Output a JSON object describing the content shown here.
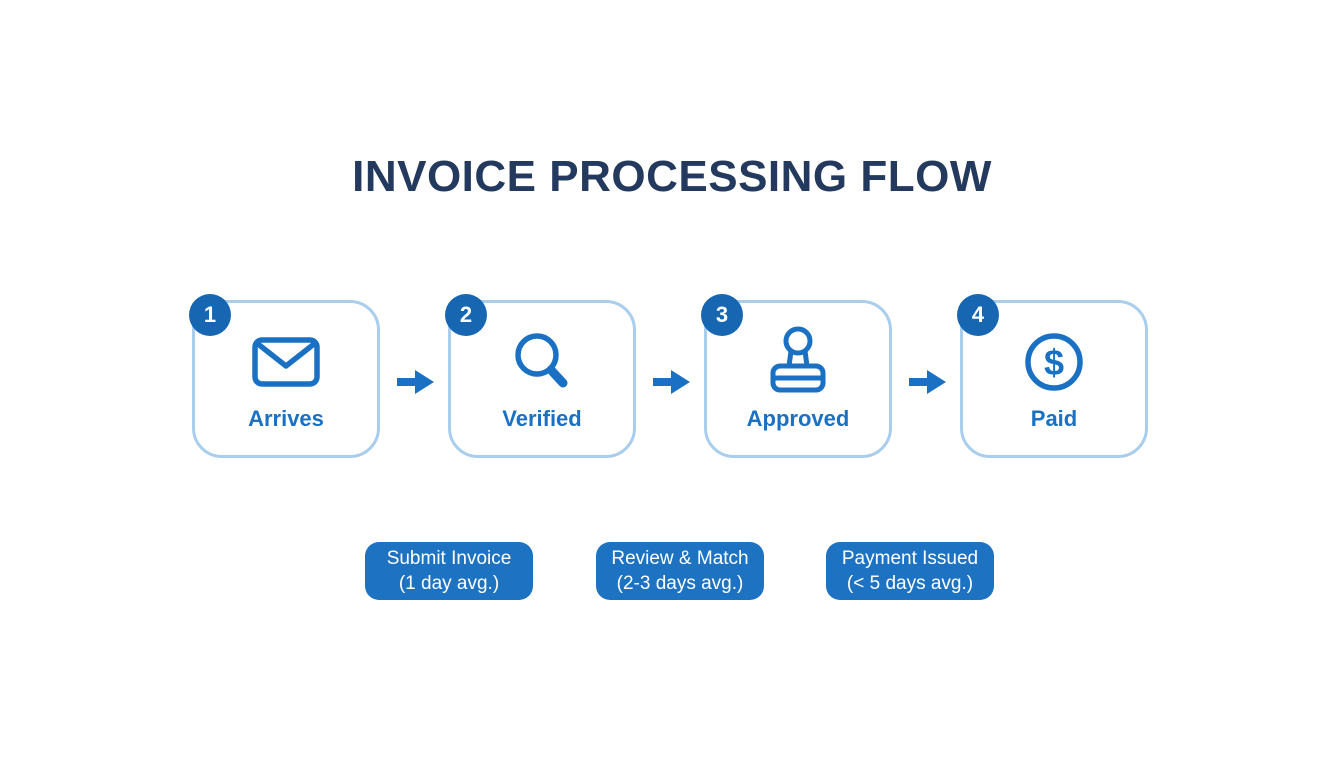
{
  "title": "INVOICE PROCESSING FLOW",
  "steps": [
    {
      "number": "1",
      "label": "Arrives",
      "icon": "envelope-icon"
    },
    {
      "number": "2",
      "label": "Verified",
      "icon": "magnifier-icon"
    },
    {
      "number": "3",
      "label": "Approved",
      "icon": "stamp-icon"
    },
    {
      "number": "4",
      "label": "Paid",
      "icon": "dollar-icon"
    }
  ],
  "badges": [
    {
      "line1": "Submit Invoice",
      "line2": "(1 day avg.)"
    },
    {
      "line1": "Review & Match",
      "line2": "(2-3 days avg.)"
    },
    {
      "line1": "Payment Issued",
      "line2": "(< 5 days avg.)"
    }
  ],
  "colors": {
    "title_navy": "#24395e",
    "box_border_light_blue": "#a9cdec",
    "primary_blue": "#1a71c4",
    "number_circle_blue": "#1766b1",
    "badge_blue": "#1d72c2",
    "background": "#ffffff"
  }
}
